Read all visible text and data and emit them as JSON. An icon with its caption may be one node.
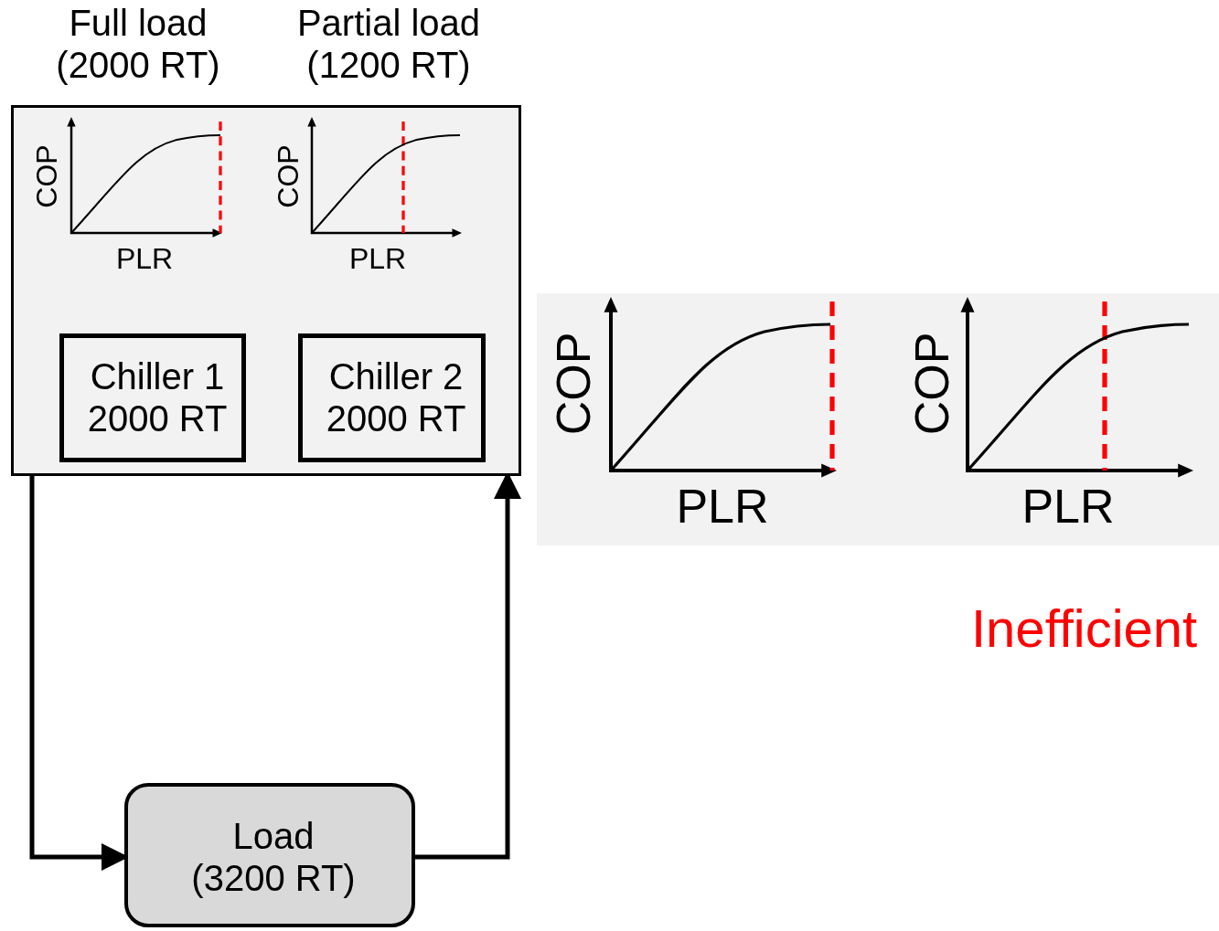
{
  "diagram": {
    "nodes": [
      {
        "text": [
          "Full load (2000 RT)",
          "Partial load (1200 RT)",
          "COP",
          "PLR",
          "COP",
          "PLR"
        ]
      },
      {
        "text": [
          "Chiller 1 2000 RT"
        ],
        "in": 0
      },
      {
        "text": [
          "Chiller 2 2000 RT"
        ],
        "in": 0
      },
      {
        "text": [
          "Load (3200 RT)"
        ]
      },
      {
        "text": [
          "COP",
          "PLR",
          "COP",
          "PLR"
        ]
      }
    ],
    "edges": [
      {
        "from": 0,
        "to": 3,
        "arrow": "to"
      },
      {
        "from": 3,
        "to": 0,
        "arrow": "to"
      }
    ],
    "labels": [
      "Inefficient"
    ]
  }
}
